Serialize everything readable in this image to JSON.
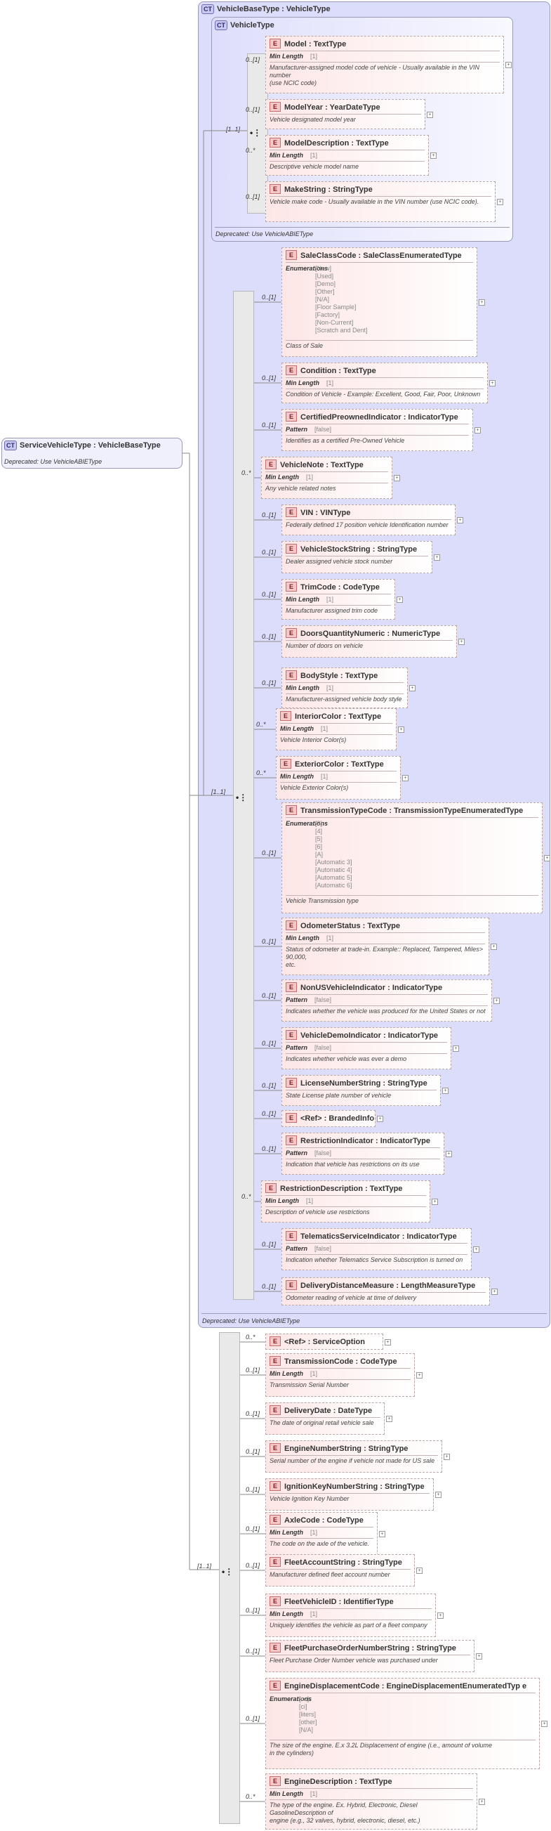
{
  "root": {
    "badge": "CT",
    "title": "ServiceVehicleType : VehicleBaseType",
    "doc": "Deprecated: Use VehicleABIEType"
  },
  "base_type": {
    "badge": "CT",
    "title": "VehicleBaseType : VehicleType",
    "doc": "Deprecated: Use VehicleABIEType"
  },
  "vehicle_type": {
    "badge": "CT",
    "title": "VehicleType",
    "doc": "Deprecated: Use VehicleABIEType"
  },
  "multiplicities": {
    "vehicle_type_seq": "[1..1]",
    "base_type_seq": "[1..1]",
    "service_seq": "[1..1]"
  },
  "vehicle_type_elements": [
    {
      "mult": "0..[1]",
      "name": "Model",
      "type": "TextType",
      "facet_label": "Min Length",
      "facet_value": "[1]",
      "doc": "Manufacturer-assigned model code of vehicle - Usually available in the VIN number\n(use NCIC code)"
    },
    {
      "mult": "0..[1]",
      "name": "ModelYear",
      "type": "YearDateType",
      "doc": "Vehicle designated model year"
    },
    {
      "mult": "0..*",
      "name": "ModelDescription",
      "type": "TextType",
      "facet_label": "Min Length",
      "facet_value": "[1]",
      "doc": "Descriptive vehicle model name"
    },
    {
      "mult": "0..[1]",
      "name": "MakeString",
      "type": "StringType",
      "doc": "Vehicle make code - Usually available in the VIN number (use NCIC code)."
    }
  ],
  "base_type_elements": [
    {
      "mult": "0..[1]",
      "name": "SaleClassCode",
      "type": "SaleClassEnumeratedType",
      "enum_label": "Enumerations",
      "enums": [
        "[New]",
        "[Used]",
        "[Demo]",
        "[Other]",
        "[N/A]",
        "[Floor Sample]",
        "[Factory]",
        "[Non-Current]",
        "[Scratch and Dent]"
      ],
      "doc": "Class of Sale"
    },
    {
      "mult": "0..[1]",
      "name": "Condition",
      "type": "TextType",
      "facet_label": "Min Length",
      "facet_value": "[1]",
      "doc": "Condition of Vehicle - Example: Excellent, Good, Fair, Poor, Unknown"
    },
    {
      "mult": "0..[1]",
      "name": "CertifiedPreownedIndicator",
      "type": "IndicatorType",
      "facet_label": "Pattern",
      "facet_value": "[false]",
      "doc": "Identifies as a certified Pre-Owned Vehicle"
    },
    {
      "mult": "0..*",
      "name": "VehicleNote",
      "type": "TextType",
      "facet_label": "Min Length",
      "facet_value": "[1]",
      "doc": "Any vehicle related notes"
    },
    {
      "mult": "0..[1]",
      "name": "VIN",
      "type": "VINType",
      "doc": "Federally defined 17 position vehicle Identification number"
    },
    {
      "mult": "0..[1]",
      "name": "VehicleStockString",
      "type": "StringType",
      "doc": "Dealer assigned vehicle stock number"
    },
    {
      "mult": "0..[1]",
      "name": "TrimCode",
      "type": "CodeType",
      "facet_label": "Min Length",
      "facet_value": "[1]",
      "doc": "Manufacturer assigned trim code"
    },
    {
      "mult": "0..[1]",
      "name": "DoorsQuantityNumeric",
      "type": "NumericType",
      "doc": "Number of doors on vehicle"
    },
    {
      "mult": "0..[1]",
      "name": "BodyStyle",
      "type": "TextType",
      "facet_label": "Min Length",
      "facet_value": "[1]",
      "doc": "Manufacturer-assigned vehicle body style"
    },
    {
      "mult": "0..*",
      "name": "InteriorColor",
      "type": "TextType",
      "facet_label": "Min Length",
      "facet_value": "[1]",
      "doc": "Vehicle Interior Color(s)"
    },
    {
      "mult": "0..*",
      "name": "ExteriorColor",
      "type": "TextType",
      "facet_label": "Min Length",
      "facet_value": "[1]",
      "doc": "Vehicle Exterior Color(s)"
    },
    {
      "mult": "0..[1]",
      "name": "TransmissionTypeCode",
      "type": "TransmissionTypeEnumeratedType",
      "enum_label": "Enumerations",
      "enums": [
        "[3]",
        "[4]",
        "[5]",
        "[6]",
        "[A]",
        "[Automatic 3]",
        "[Automatic 4]",
        "[Automatic 5]",
        "[Automatic 6]"
      ],
      "doc": "Vehicle Transmission type"
    },
    {
      "mult": "0..[1]",
      "name": "OdometerStatus",
      "type": "TextType",
      "facet_label": "Min Length",
      "facet_value": "[1]",
      "doc": "Status of odometer at trade-in. Example:: Replaced, Tampered, Miles> 90,000,\netc."
    },
    {
      "mult": "0..[1]",
      "name": "NonUSVehicleIndicator",
      "type": "IndicatorType",
      "facet_label": "Pattern",
      "facet_value": "[false]",
      "doc": "Indicates whether the vehicle was produced for the United States or not"
    },
    {
      "mult": "0..[1]",
      "name": "VehicleDemoIndicator",
      "type": "IndicatorType",
      "facet_label": "Pattern",
      "facet_value": "[false]",
      "doc": "Indicates whether vehicle was ever a demo"
    },
    {
      "mult": "0..[1]",
      "name": "LicenseNumberString",
      "type": "StringType",
      "doc": "State License plate number of vehicle"
    },
    {
      "mult": "0..[1]",
      "name": "<Ref>",
      "type": "BrandedInfo"
    },
    {
      "mult": "0..[1]",
      "name": "RestrictionIndicator",
      "type": "IndicatorType",
      "facet_label": "Pattern",
      "facet_value": "[false]",
      "doc": "Indication that vehicle has restrictions on its use"
    },
    {
      "mult": "0..*",
      "name": "RestrictionDescription",
      "type": "TextType",
      "facet_label": "Min Length",
      "facet_value": "[1]",
      "doc": "Description of vehicle use restrictions"
    },
    {
      "mult": "0..[1]",
      "name": "TelematicsServiceIndicator",
      "type": "IndicatorType",
      "facet_label": "Pattern",
      "facet_value": "[false]",
      "doc": "Indication whether Telematics Service Subscription is turned on"
    },
    {
      "mult": "0..[1]",
      "name": "DeliveryDistanceMeasure",
      "type": "LengthMeasureType",
      "doc": "Odometer reading of vehicle at time of delivery"
    }
  ],
  "service_elements": [
    {
      "mult": "0..*",
      "name": "<Ref>",
      "type": "ServiceOption"
    },
    {
      "mult": "0..[1]",
      "name": "TransmissionCode",
      "type": "CodeType",
      "facet_label": "Min Length",
      "facet_value": "[1]",
      "doc": "Transmission Serial Number"
    },
    {
      "mult": "0..[1]",
      "name": "DeliveryDate",
      "type": "DateType",
      "doc": "The date of original retail vehicle sale"
    },
    {
      "mult": "0..[1]",
      "name": "EngineNumberString",
      "type": "StringType",
      "doc": "Serial number of the engine if vehicle not made for US sale"
    },
    {
      "mult": "0..[1]",
      "name": "IgnitionKeyNumberString",
      "type": "StringType",
      "doc": "Vehicle Ignition Key Number"
    },
    {
      "mult": "0..[1]",
      "name": "AxleCode",
      "type": "CodeType",
      "facet_label": "Min Length",
      "facet_value": "[1]",
      "doc": "The code on the axle of the vehicle."
    },
    {
      "mult": "0..[1]",
      "name": "FleetAccountString",
      "type": "StringType",
      "doc": "Manufacturer defined fleet account number"
    },
    {
      "mult": "0..[1]",
      "name": "FleetVehicleID",
      "type": "IdentifierType",
      "facet_label": "Min Length",
      "facet_value": "[1]",
      "doc": "Uniquely identifies the vehicle as part of a fleet company"
    },
    {
      "mult": "0..[1]",
      "name": "FleetPurchaseOrderNumberString",
      "type": "StringType",
      "doc": "Fleet Purchase Order Number vehicle was purchased under"
    },
    {
      "mult": "0..[1]",
      "name": "EngineDisplacementCode",
      "type": "EngineDisplacementEnumeratedTyp\ne",
      "enum_label": "Enumerations",
      "enums": [
        "[cc]",
        "[ci]",
        "[liters]",
        "[other]",
        "[N/A]"
      ],
      "doc": "The size of the engine. E.x 3.2L Displacement of engine (i.e., amount of volume\nin the cylinders)"
    },
    {
      "mult": "0..*",
      "name": "EngineDescription",
      "type": "TextType",
      "facet_label": "Min Length",
      "facet_value": "[1]",
      "doc": "The type of the engine. Ex. Hybrid, Electronic, Diesel GasolineDescription of\nengine (e.g., 32 valves, hybrid, electronic, diesel, etc.)"
    }
  ]
}
